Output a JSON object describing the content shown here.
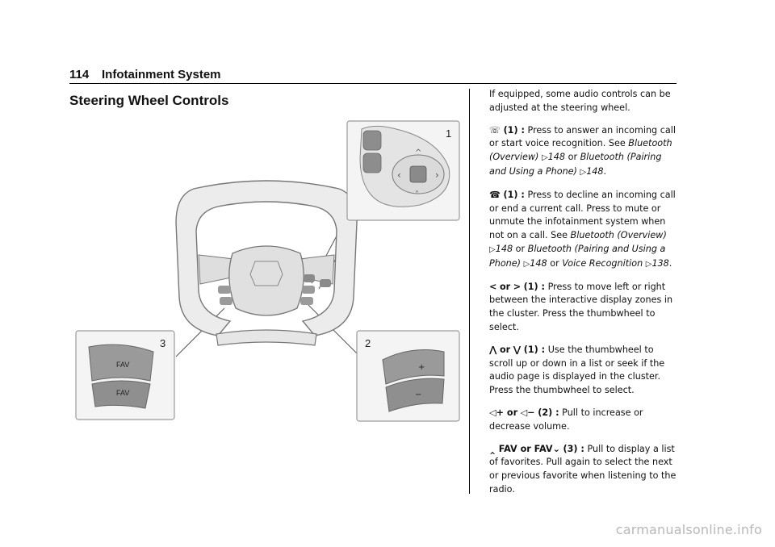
{
  "header": {
    "page_number": "114",
    "chapter": "Infotainment System"
  },
  "section_title": "Steering Wheel Controls",
  "figure": {
    "callouts": {
      "c1": "1",
      "c2": "2",
      "c3": "3"
    },
    "labels": {
      "fav_up": "FAV",
      "fav_down": "FAV",
      "vol_up": "+",
      "vol_down": "−"
    }
  },
  "body": {
    "intro": "If equipped, some audio controls can be adjusted at the steering wheel.",
    "p_call": {
      "icon": "phone-voice-icon",
      "ref": "(1) :",
      "text": "Press to answer an incoming call or start voice recognition. See",
      "link1": "Bluetooth (Overview)",
      "page1": "148",
      "or1": "or",
      "link2": "Bluetooth (Pairing and Using a Phone)",
      "page2": "148"
    },
    "p_end": {
      "icon": "end-call-icon",
      "ref": "(1) :",
      "text": "Press to decline an incoming call or end a current call. Press to mute or unmute the infotainment system when not on a call. See",
      "link1": "Bluetooth (Overview)",
      "page1": "148",
      "or1": "or",
      "link2": "Bluetooth (Pairing and Using a Phone)",
      "page2": "148",
      "or2": "or",
      "link3": "Voice Recognition",
      "page3": "138"
    },
    "p_lr": {
      "glyph_left": "<",
      "or": "or",
      "glyph_right": ">",
      "ref": "(1) :",
      "text": "Press to move left or right between the interactive display zones in the cluster. Press the thumbwheel to select."
    },
    "p_ud": {
      "glyph_up": "⋀",
      "or": "or",
      "glyph_down": "⋁",
      "ref": "(1) :",
      "text": "Use the thumbwheel to scroll up or down in a list or seek if the audio page is displayed in the cluster. Press the thumbwheel to select."
    },
    "p_vol": {
      "plus": "+ or",
      "minus": "−",
      "ref": "(2) :",
      "text": "Pull to increase or decrease volume."
    },
    "p_fav": {
      "fav_up": "FAV or FAV",
      "ref": "(3) :",
      "text": "Pull to display a list of favorites. Pull again to select the next or previous favorite when listening to the radio."
    }
  },
  "watermark": "carmanualsonline.info",
  "colors": {
    "ink": "#111111",
    "panel_border": "#9a9a9a",
    "watermark": "#b8b8b8"
  }
}
